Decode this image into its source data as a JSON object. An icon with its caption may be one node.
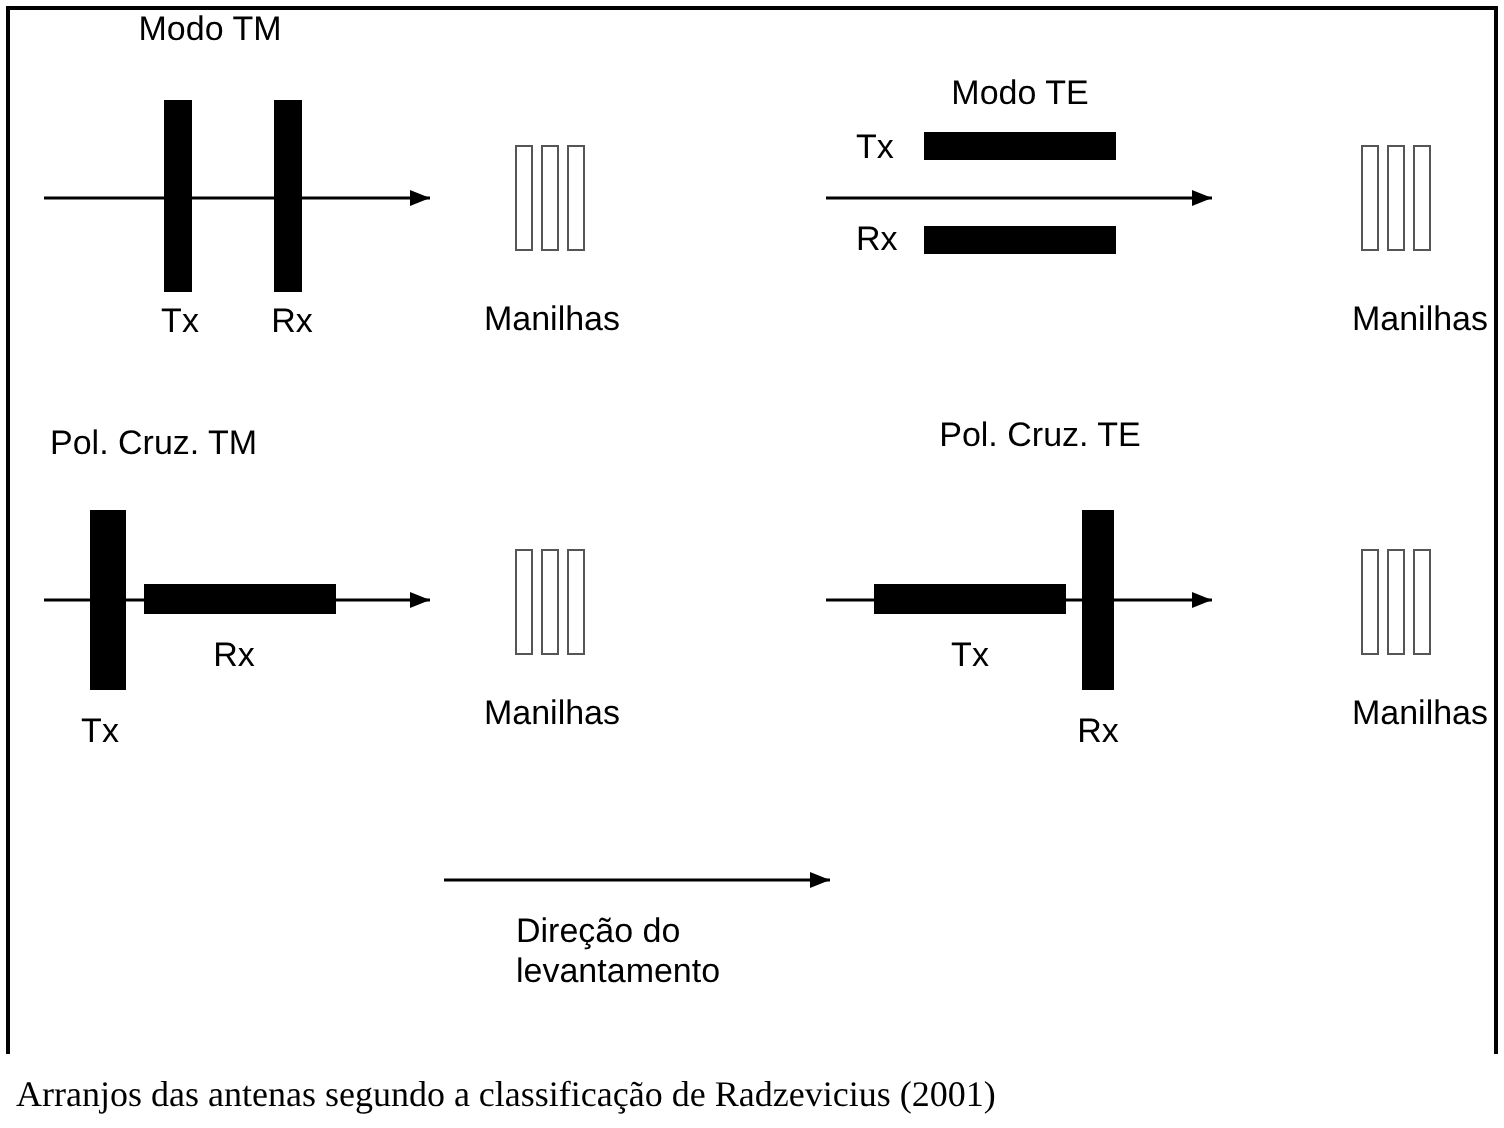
{
  "diagram": {
    "caption": "Arranjos das antenas segundo a classificação de Radzevicius (2001)",
    "labels": [
      "Modo TM",
      "Modo TE",
      "Tx",
      "Rx",
      "Tx",
      "Rx",
      "Manilhas",
      "Manilhas",
      "Pol. Cruz. TM",
      "Pol. Cruz. TE",
      "Rx",
      "Tx",
      "Manilhas",
      "Tx",
      "Rx",
      "Manilhas",
      "Direção do levantamento"
    ]
  }
}
